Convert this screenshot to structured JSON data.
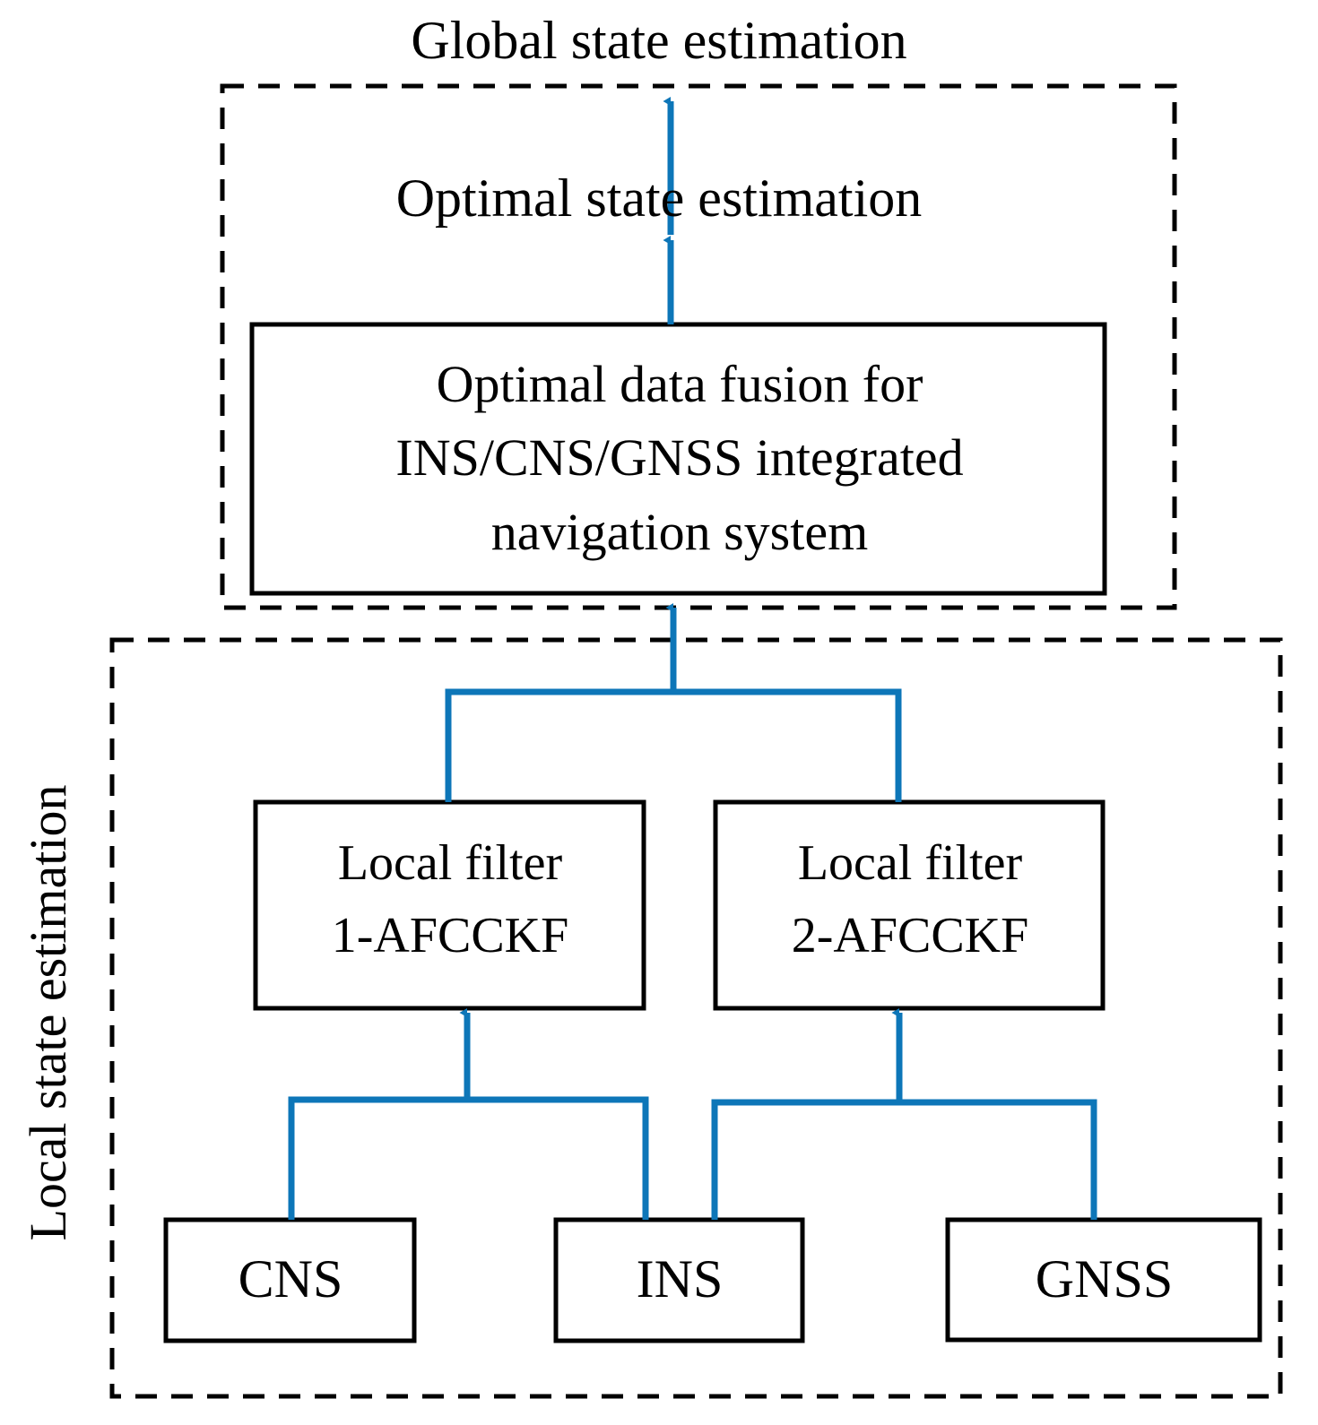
{
  "diagram": {
    "title_global": "Global state estimation",
    "title_optimal": "Optimal state estimation",
    "caption_local": "Local state estimation",
    "accent_color": "#0d76b8",
    "stroke_color": "#000000",
    "background": "#ffffff"
  },
  "global_group": {
    "label": "Global state estimation",
    "border_style": "dashed",
    "nodes": [
      {
        "id": "optimal-state-estimation",
        "label": "Optimal state estimation",
        "type": "text"
      },
      {
        "id": "fusion-block",
        "label": "Optimal data fusion for\nINS/CNS/GNSS integrated\nnavigation system",
        "type": "box"
      }
    ]
  },
  "local_group": {
    "label": "Local state estimation",
    "border_style": "dashed",
    "filters": [
      {
        "id": "local-filter-1",
        "label": "Local filter\n1-AFCCKF"
      },
      {
        "id": "local-filter-2",
        "label": "Local filter\n2-AFCCKF"
      }
    ],
    "sensors": [
      {
        "id": "cns",
        "label": "CNS"
      },
      {
        "id": "ins",
        "label": "INS"
      },
      {
        "id": "gnss",
        "label": "GNSS"
      }
    ]
  },
  "edges": [
    {
      "from": "optimal-state-estimation",
      "to": "global-state-estimation",
      "kind": "arrow-up"
    },
    {
      "from": "fusion-block",
      "to": "optimal-state-estimation",
      "kind": "arrow-up"
    },
    {
      "from": "local-filter-1",
      "to": "fusion-block",
      "kind": "tree-arrow-up"
    },
    {
      "from": "local-filter-2",
      "to": "fusion-block",
      "kind": "tree-arrow-up"
    },
    {
      "from": "cns",
      "to": "local-filter-1",
      "kind": "tree-arrow-up"
    },
    {
      "from": "ins",
      "to": "local-filter-1",
      "kind": "tree-arrow-up"
    },
    {
      "from": "ins",
      "to": "local-filter-2",
      "kind": "tree-arrow-up"
    },
    {
      "from": "gnss",
      "to": "local-filter-2",
      "kind": "tree-arrow-up"
    }
  ]
}
